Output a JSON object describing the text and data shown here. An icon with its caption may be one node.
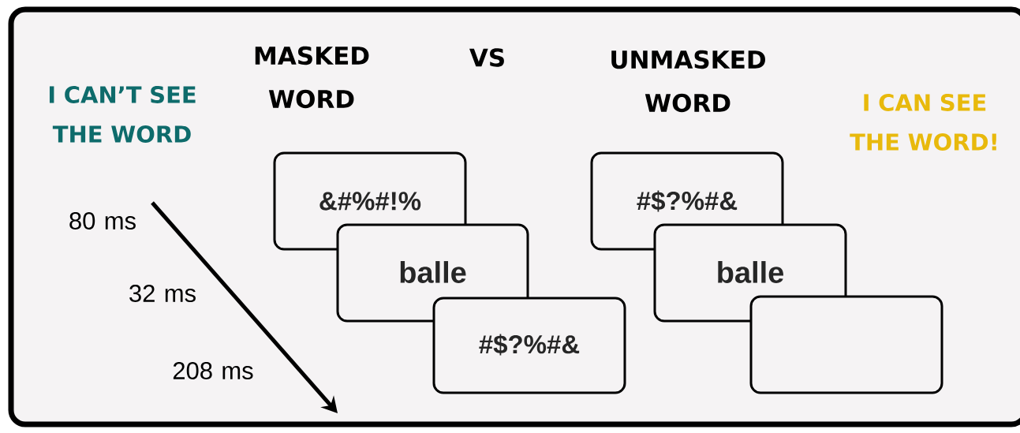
{
  "diagram": {
    "nodes": [
      {
        "text": [
          "&#%#!%"
        ]
      },
      {
        "text": [
          "balle"
        ]
      },
      {
        "text": [
          "#$?%#&"
        ]
      },
      {
        "text": [
          "#$?%#&"
        ]
      },
      {
        "text": [
          "balle"
        ]
      },
      {
        "text": [],
        "shape": "box"
      }
    ],
    "labels": [
      "I CAN’T SEE THE WORD",
      "MASKED WORD",
      "VS",
      "UNMASKED WORD",
      "I CAN SEE THE WORD!",
      "80 ms",
      "32 ms",
      "208 ms"
    ]
  }
}
